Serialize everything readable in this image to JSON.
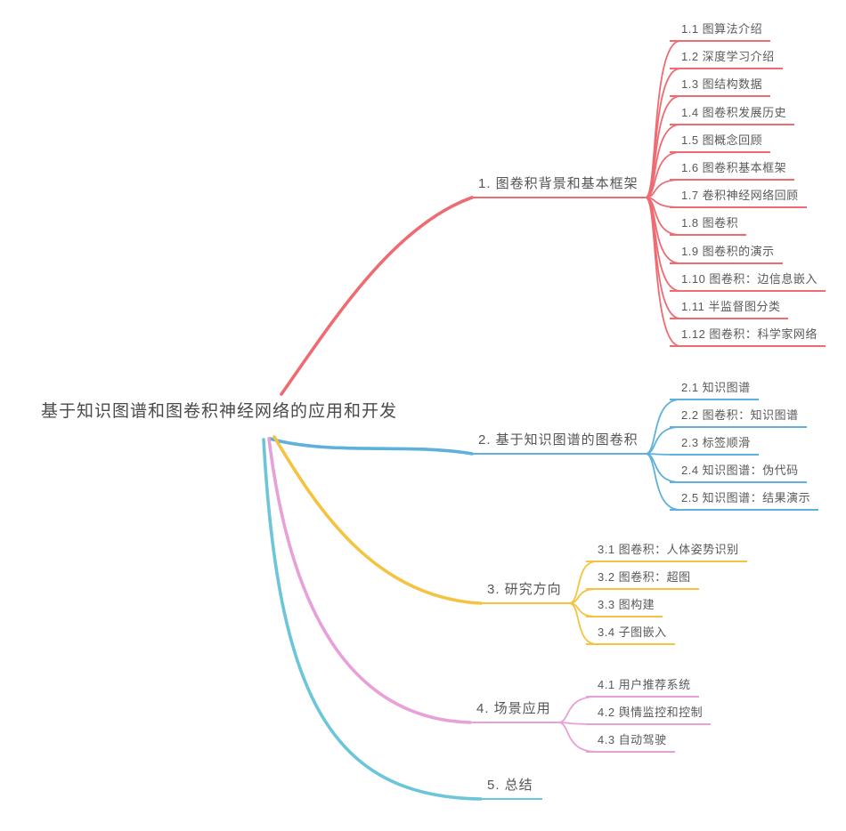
{
  "root": {
    "label": "基于知识图谱和图卷积神经网络的应用和开发"
  },
  "branches": [
    {
      "label": "1. 图卷积背景和基本框架",
      "color": "#ee6b72",
      "children": [
        "1.1 图算法介绍",
        "1.2 深度学习介绍",
        "1.3 图结构数据",
        "1.4 图卷积发展历史",
        "1.5 图概念回顾",
        "1.6 图卷积基本框架",
        "1.7 卷积神经网络回顾",
        "1.8 图卷积",
        "1.9 图卷积的演示",
        "1.10 图卷积：边信息嵌入",
        "1.11 半监督图分类",
        "1.12 图卷积：科学家网络"
      ]
    },
    {
      "label": "2. 基于知识图谱的图卷积",
      "color": "#5fb0dd",
      "children": [
        "2.1 知识图谱",
        "2.2 图卷积：知识图谱",
        "2.3 标签顺滑",
        "2.4 知识图谱：伪代码",
        "2.5 知识图谱：结果演示"
      ]
    },
    {
      "label": "3. 研究方向",
      "color": "#f5c342",
      "children": [
        "3.1 图卷积：人体姿势识别",
        "3.2 图卷积：超图",
        "3.3 图构建",
        "3.4 子图嵌入"
      ]
    },
    {
      "label": "4. 场景应用",
      "color": "#e8a0d8",
      "children": [
        "4.1 用户推荐系统",
        "4.2 舆情监控和控制",
        "4.3 自动驾驶"
      ]
    },
    {
      "label": "5. 总结",
      "color": "#6cc5d8",
      "children": []
    }
  ]
}
